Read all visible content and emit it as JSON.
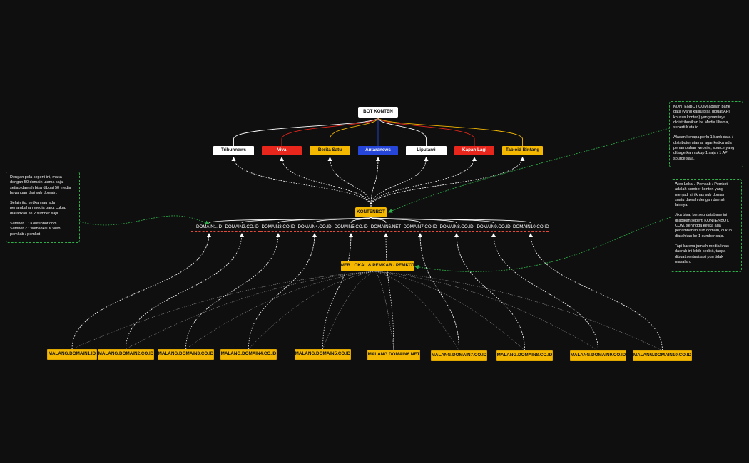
{
  "diagram": {
    "main_node": "BOT KONTEN",
    "sources": [
      {
        "label": "Tribunnews",
        "bg": "#ffffff",
        "fg": "#111111"
      },
      {
        "label": "Viva",
        "bg": "#e8261c",
        "fg": "#ffffff"
      },
      {
        "label": "Berita Satu",
        "bg": "#f5b800",
        "fg": "#111111"
      },
      {
        "label": "Antaranews",
        "bg": "#2646d9",
        "fg": "#ffffff"
      },
      {
        "label": "Liputan6",
        "bg": "#ffffff",
        "fg": "#111111"
      },
      {
        "label": "Kapan Lagi",
        "bg": "#e8261c",
        "fg": "#ffffff"
      },
      {
        "label": "Tabloid Bintang",
        "bg": "#f5b800",
        "fg": "#111111"
      }
    ],
    "hub_node": "KONTENBOT",
    "domains": [
      "DOMAIN1.ID",
      "DOMAIN2.CO.ID",
      "DOMAIN3.CO.ID",
      "DOMAIN4.CO.ID",
      "DOMAIN5.CO.ID",
      "DOMAIN6.NET",
      "DOMAIN7.CO.ID",
      "DOMAIN8.CO.ID",
      "DOMAIN9.CO.ID",
      "DOMAIN10.CO.ID"
    ],
    "web_node": "WEB LOKAL & PEMKAB / PEMKOT",
    "malang_domains": [
      "MALANG.DOMAIN1.ID",
      "MALANG.DOMAIN2.CO.ID",
      "MALANG.DOMAIN3.CO.ID",
      "MALANG.DOMAIN4.CO.ID",
      "MALANG.DOMAIN5.CO.ID",
      "MALANG.DOMAIN6.NET",
      "MALANG.DOMAIN7.CO.ID",
      "MALANG.DOMAIN8.CO.ID",
      "MALANG.DOMAIN9.CO.ID",
      "MALANG.DOMAIN10.CO.ID"
    ],
    "colors": {
      "main_line": "#ffffff",
      "arrow_line": "#ffffff",
      "note_connector": "#2fb14a",
      "domain_underline": "#e34a3a"
    }
  },
  "notes": {
    "left": {
      "p1": "Dengan pola seperti ini, maka\ndengan  50 domain utama saja,\nsetiap daerah bisa dibuat 50 media\nbayangan dari sub domain.",
      "p2": "Selain itu, ketika mau ada\npenambahan media baru, cukup\ndiarahkan ke 2 sumber saja.",
      "p3": "Sumber 1 : Kontenbot.com\nSumber 2 : Web lokal & Web\npemkab / pemkot"
    },
    "right_top": {
      "p1": "KONTENBOT.COM adalah bank\ndata (yang kalau bisa dibuat API\nkhusus konten) yang nantinya\ndidistribusikan ke Media Utama,\nseperti Kata.id",
      "p2": "Alasan kenapa perlu 1 bank data /\ndistributor utama, agar ketika ada\npenambahan website, source yang\nditargetkan cukup 1 saja / 1 API\nsource saja."
    },
    "right_bottom": {
      "p1": "Web Lokal / Pemkab / Pemkot\nadalah sumber konten yang\nmenjadi ciri khas sub domain\nsuatu daerah dengan daerah\nlainnya.",
      "p2": "Jika bisa, konsep database ini\ndijadikan seperti KONTENBOT.\nCOM, sehingga ketika ada\npenambahan sub domain, cukup\ndiarahkan ke 1 sumber saja.",
      "p3": "Tapi karena jumlah media khas\ndaerah ini lebih sedikit, tanpa\ndibuat sentralisasi pun tidak\nmasalah."
    }
  }
}
